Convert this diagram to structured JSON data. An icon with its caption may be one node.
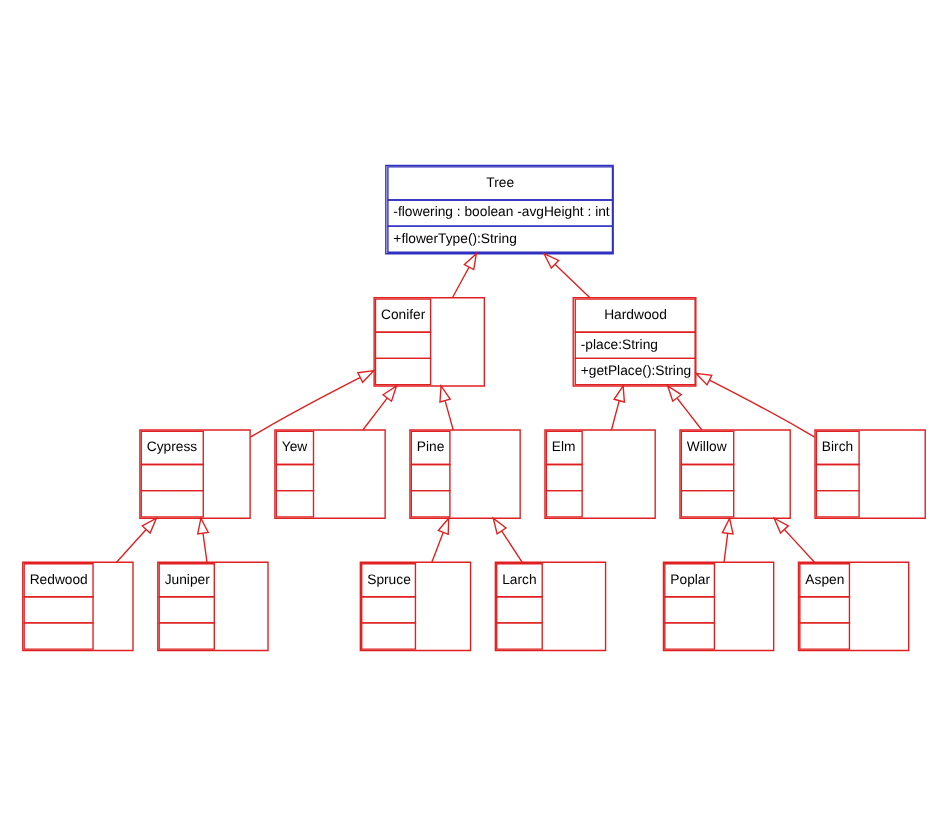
{
  "diagram": {
    "nodes": [
      {
        "text": [
          "Tree",
          "-flowering : boolean -avgHeight : int",
          "+flowerType():String"
        ]
      },
      {
        "text": [
          "Conifer"
        ]
      },
      {
        "text": [
          "Hardwood",
          "-place:String",
          "+getPlace():String"
        ]
      },
      {
        "text": [
          "Cypress"
        ]
      },
      {
        "text": [
          "Yew"
        ]
      },
      {
        "text": [
          "Pine"
        ]
      },
      {
        "text": [
          "Elm"
        ]
      },
      {
        "text": [
          "Willow"
        ]
      },
      {
        "text": [
          "Birch"
        ]
      },
      {
        "text": [
          "Redwood"
        ]
      },
      {
        "text": [
          "Juniper"
        ]
      },
      {
        "text": [
          "Spruce"
        ]
      },
      {
        "text": [
          "Larch"
        ]
      },
      {
        "text": [
          "Poplar"
        ]
      },
      {
        "text": [
          "Aspen"
        ]
      }
    ],
    "edges": [
      {
        "from": 1,
        "to": 0,
        "arrow": "to"
      },
      {
        "from": 2,
        "to": 0,
        "arrow": "to"
      },
      {
        "from": 3,
        "to": 1,
        "arrow": "to"
      },
      {
        "from": 4,
        "to": 1,
        "arrow": "to"
      },
      {
        "from": 5,
        "to": 1,
        "arrow": "to"
      },
      {
        "from": 6,
        "to": 2,
        "arrow": "to"
      },
      {
        "from": 7,
        "to": 2,
        "arrow": "to"
      },
      {
        "from": 8,
        "to": 2,
        "arrow": "to"
      },
      {
        "from": 9,
        "to": 3,
        "arrow": "to"
      },
      {
        "from": 10,
        "to": 3,
        "arrow": "to"
      },
      {
        "from": 11,
        "to": 5,
        "arrow": "to"
      },
      {
        "from": 12,
        "to": 5,
        "arrow": "to"
      },
      {
        "from": 13,
        "to": 7,
        "arrow": "to"
      },
      {
        "from": 14,
        "to": 7,
        "arrow": "to"
      }
    ]
  }
}
